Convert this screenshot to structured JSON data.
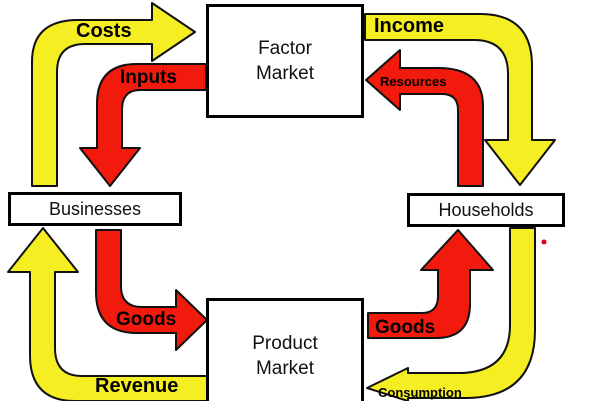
{
  "colors": {
    "flow_money": "#f5ee22",
    "flow_real": "#f21a0c",
    "outline": "#111111",
    "marker": "#e0001b"
  },
  "nodes": {
    "factor_market": {
      "line1": "Factor",
      "line2": "Market"
    },
    "product_market": {
      "line1": "Product",
      "line2": "Market"
    },
    "businesses": "Businesses",
    "households": "Households"
  },
  "flows": {
    "costs": "Costs",
    "income": "Income",
    "inputs": "Inputs",
    "resources": "Resources",
    "goods_left": "Goods",
    "goods_right": "Goods",
    "revenue": "Revenue",
    "consumption": "Consumption"
  }
}
